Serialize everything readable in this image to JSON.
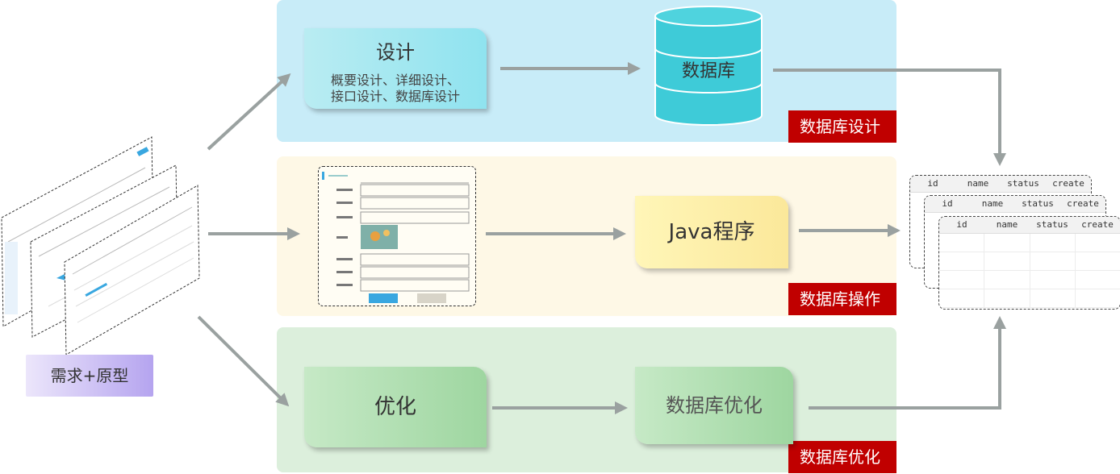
{
  "stages": {
    "design_tag": "数据库设计",
    "operation_tag": "数据库操作",
    "optimize_tag": "数据库优化"
  },
  "requirement": {
    "label": "需求+原型"
  },
  "design_card": {
    "title": "设计",
    "line1": "概要设计、详细设计、",
    "line2": "接口设计、数据库设计"
  },
  "database": {
    "label": "数据库"
  },
  "java_card": {
    "label": "Java程序"
  },
  "optimize_card": {
    "label": "优化"
  },
  "db_optimize_card": {
    "label": "数据库优化"
  },
  "table": {
    "columns": [
      "id",
      "name",
      "status",
      "create"
    ]
  },
  "colors": {
    "design_band": "#c8ecf8",
    "operation_band": "#fef8e6",
    "optimize_band": "#dcefdc",
    "tag_red": "#c00000",
    "arrow": "#9aa1a0"
  }
}
